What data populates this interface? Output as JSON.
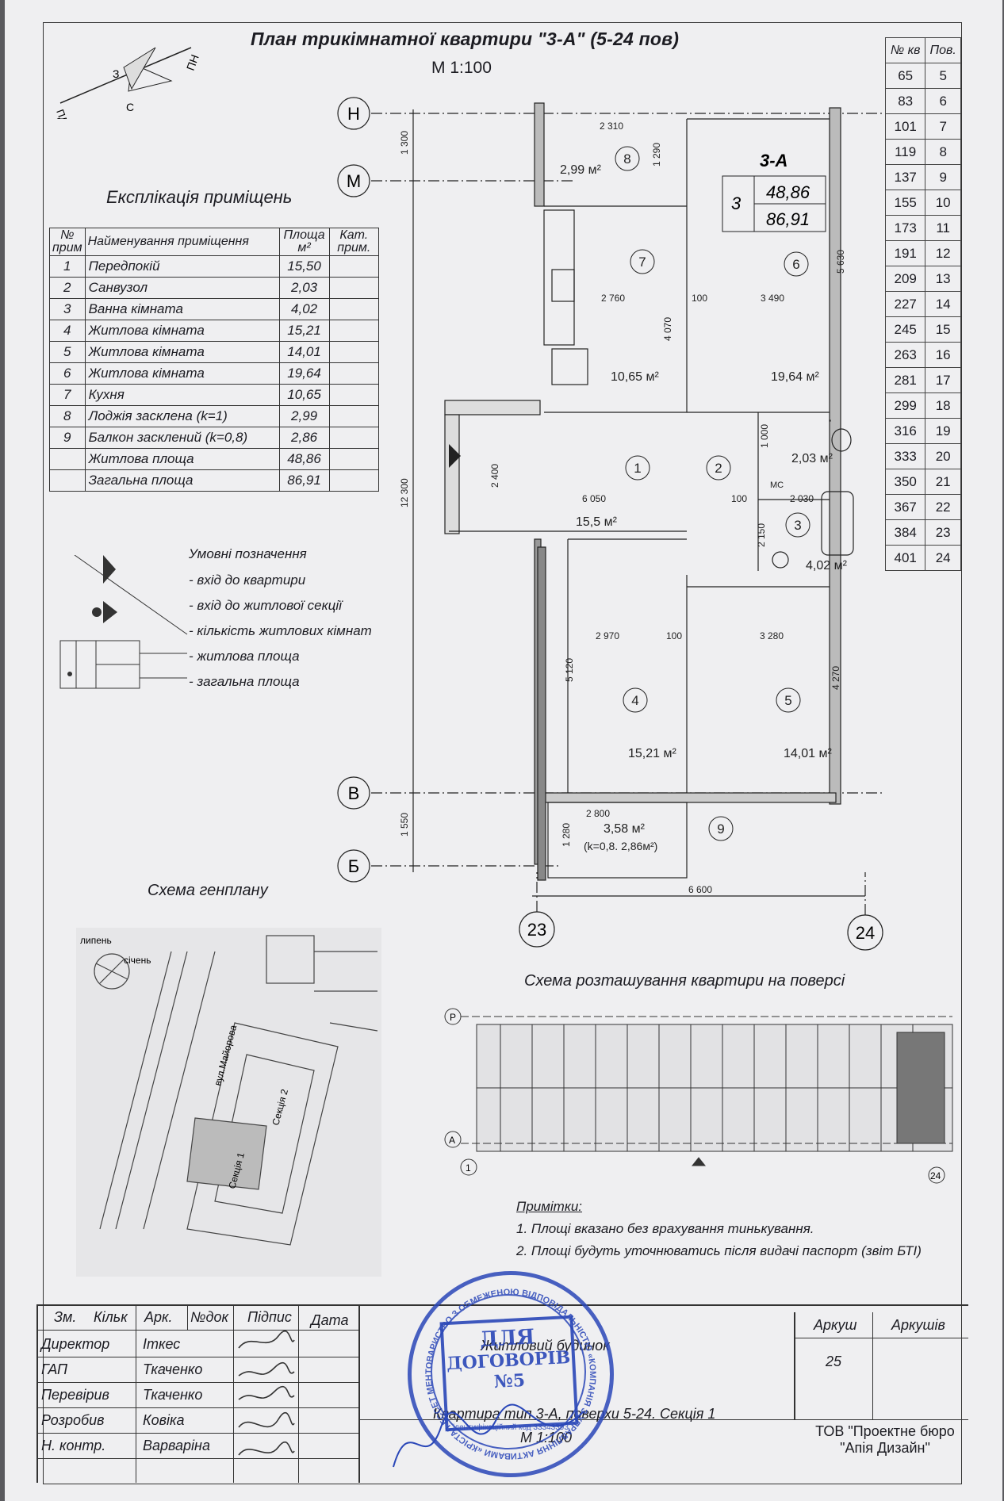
{
  "header": {
    "title": "План трикімнатної квартири \"3-А\" (5-24 пов)",
    "scale": "М 1:100"
  },
  "compass": {
    "labels": [
      "З",
      "ПН",
      "С",
      "ПД"
    ]
  },
  "explication": {
    "title": "Експлікація приміщень",
    "headers": [
      "№ прим",
      "Найменування приміщення",
      "Площа м²",
      "Кат. прим."
    ],
    "rows": [
      [
        "1",
        "Передпокій",
        "15,50",
        ""
      ],
      [
        "2",
        "Санвузол",
        "2,03",
        ""
      ],
      [
        "3",
        "Ванна кімната",
        "4,02",
        ""
      ],
      [
        "4",
        "Житлова кімната",
        "15,21",
        ""
      ],
      [
        "5",
        "Житлова кімната",
        "14,01",
        ""
      ],
      [
        "6",
        "Житлова кімната",
        "19,64",
        ""
      ],
      [
        "7",
        "Кухня",
        "10,65",
        ""
      ],
      [
        "8",
        "Лоджія засклена (k=1)",
        "2,99",
        ""
      ],
      [
        "9",
        "Балкон засклений (k=0,8)",
        "2,86",
        ""
      ],
      [
        "",
        "Житлова площа",
        "48,86",
        ""
      ],
      [
        "",
        "Загальна площа",
        "86,91",
        ""
      ]
    ]
  },
  "legend": {
    "title": "Умовні позначення",
    "items": [
      "- вхід до квартири",
      "- вхід до житлової секції",
      "- кількість житлових кімнат",
      "- житлова площа",
      "- загальна площа"
    ]
  },
  "floors_table": {
    "headers": [
      "№ кв",
      "Пов."
    ],
    "rows": [
      [
        "65",
        "5"
      ],
      [
        "83",
        "6"
      ],
      [
        "101",
        "7"
      ],
      [
        "119",
        "8"
      ],
      [
        "137",
        "9"
      ],
      [
        "155",
        "10"
      ],
      [
        "173",
        "11"
      ],
      [
        "191",
        "12"
      ],
      [
        "209",
        "13"
      ],
      [
        "227",
        "14"
      ],
      [
        "245",
        "15"
      ],
      [
        "263",
        "16"
      ],
      [
        "281",
        "17"
      ],
      [
        "299",
        "18"
      ],
      [
        "316",
        "19"
      ],
      [
        "333",
        "20"
      ],
      [
        "350",
        "21"
      ],
      [
        "367",
        "22"
      ],
      [
        "384",
        "23"
      ],
      [
        "401",
        "24"
      ]
    ]
  },
  "plan": {
    "apt_label": "3-А",
    "rooms_count": "3",
    "living_area": "48,86",
    "total_area": "86,91",
    "axes": {
      "h": "Н",
      "m": "М",
      "v": "В",
      "b": "Б",
      "a23": "23",
      "a24": "24"
    },
    "room_numbers": [
      "1",
      "2",
      "3",
      "4",
      "5",
      "6",
      "7",
      "8",
      "9"
    ],
    "areas": {
      "r1": "15,5 м²",
      "r2": "2,03 м²",
      "r3": "4,02 м²",
      "r4": "15,21 м²",
      "r5": "14,01 м²",
      "r6": "19,64 м²",
      "r7": "10,65 м²",
      "r8": "2,99 м²",
      "r9": "3,58 м²",
      "r9k": "(k=0,8. 2,86м²)"
    },
    "dims": [
      "2 310",
      "1 290",
      "1 300",
      "2 760",
      "100",
      "3 490",
      "5 630",
      "4 070",
      "12 300",
      "2 400",
      "6 050",
      "100",
      "2 030",
      "1 000",
      "2 150",
      "2 970",
      "100",
      "3 280",
      "5 120",
      "4 270",
      "2 800",
      "1 280",
      "1 550",
      "6 600"
    ],
    "mc": "МС"
  },
  "genplan": {
    "title": "Схема генплану",
    "street": "вул.Майорова",
    "sec1": "Секція 1",
    "sec2": "Секція 2",
    "wind": [
      "липень",
      "січень"
    ]
  },
  "floor_scheme": {
    "title": "Схема розташування квартири на поверсі",
    "axes": [
      "Р",
      "А",
      "1",
      "24"
    ]
  },
  "notes": {
    "title": "Примітки:",
    "items": [
      "1. Площі вказано без врахування тинькування.",
      "2. Площі будуть уточнюватись після видачі паспорт (звіт БТІ)"
    ]
  },
  "stamp": {
    "cols": [
      "Зм.",
      "Кільк",
      "Арк.",
      "№док",
      "Підпис",
      "Дата"
    ],
    "people": [
      [
        "Директор",
        "Іткес"
      ],
      [
        "ГАП",
        "Ткаченко"
      ],
      [
        "Перевірив",
        "Ткаченко"
      ],
      [
        "Розробив",
        "Ковіка"
      ],
      [
        "Н. контр.",
        "Варваріна"
      ]
    ],
    "building": "Житловий будинок",
    "sheet_subject": "Квартира тип 3-А, поверхи 5-24. Секція 1",
    "scale": "М 1:100",
    "sheet_label": "Аркуш",
    "sheets_label": "Аркушів",
    "sheet_no": "25",
    "company": "ТОВ \"Проектне бюро \"Апія Дизайн\""
  },
  "seal": {
    "rect": [
      "ДЛЯ",
      "ДОГОВОРІВ",
      "№5"
    ],
    "ring": "ТОВАРИСТВО З ОБМЕЖЕНОЮ ВІДПОВІДАЛЬНІСТЮ «КОМПАНІЯ З УПРАВЛІННЯ АКТИВАМИ «КРІСТАЛ ЕССЕТ МЕНЕДЖМЕНТ» м.КИЇВ • УКРАЇНА",
    "code": "ідентифікаційний код 33343393"
  }
}
